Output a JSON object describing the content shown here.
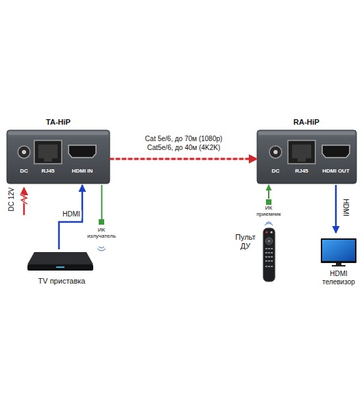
{
  "diagram": {
    "nodes": [
      {
        "text": [
          "TA-HiP",
          "DC",
          "RJ45",
          "HDMI IN"
        ]
      },
      {
        "text": [
          "TV приставка"
        ]
      },
      {
        "text": [
          "ИК излучатель"
        ]
      },
      {
        "text": [
          "RA-HiP",
          "DC",
          "RJ45",
          "HDMI OUT"
        ]
      },
      {
        "text": [
          "ИК приемник"
        ]
      },
      {
        "text": [
          "Пульт ДУ"
        ]
      },
      {
        "text": [
          "HDMI телевизор"
        ]
      }
    ],
    "edges": [
      {
        "from": 0,
        "to": 3,
        "arrow": "to",
        "label": "Cat 5e/6, до 70м (1080р)"
      },
      {
        "from": 1,
        "to": 0,
        "arrow": "to",
        "label": "HDMI"
      },
      {
        "from": 0,
        "to": 2,
        "arrow": "none"
      },
      {
        "from": 4,
        "to": 3,
        "arrow": "to"
      },
      {
        "from": 3,
        "to": 6,
        "arrow": "to",
        "label": "HDMI"
      }
    ],
    "labels": [
      "Cat5e/6, до 40м (4K2K)",
      "DC 12V"
    ]
  }
}
